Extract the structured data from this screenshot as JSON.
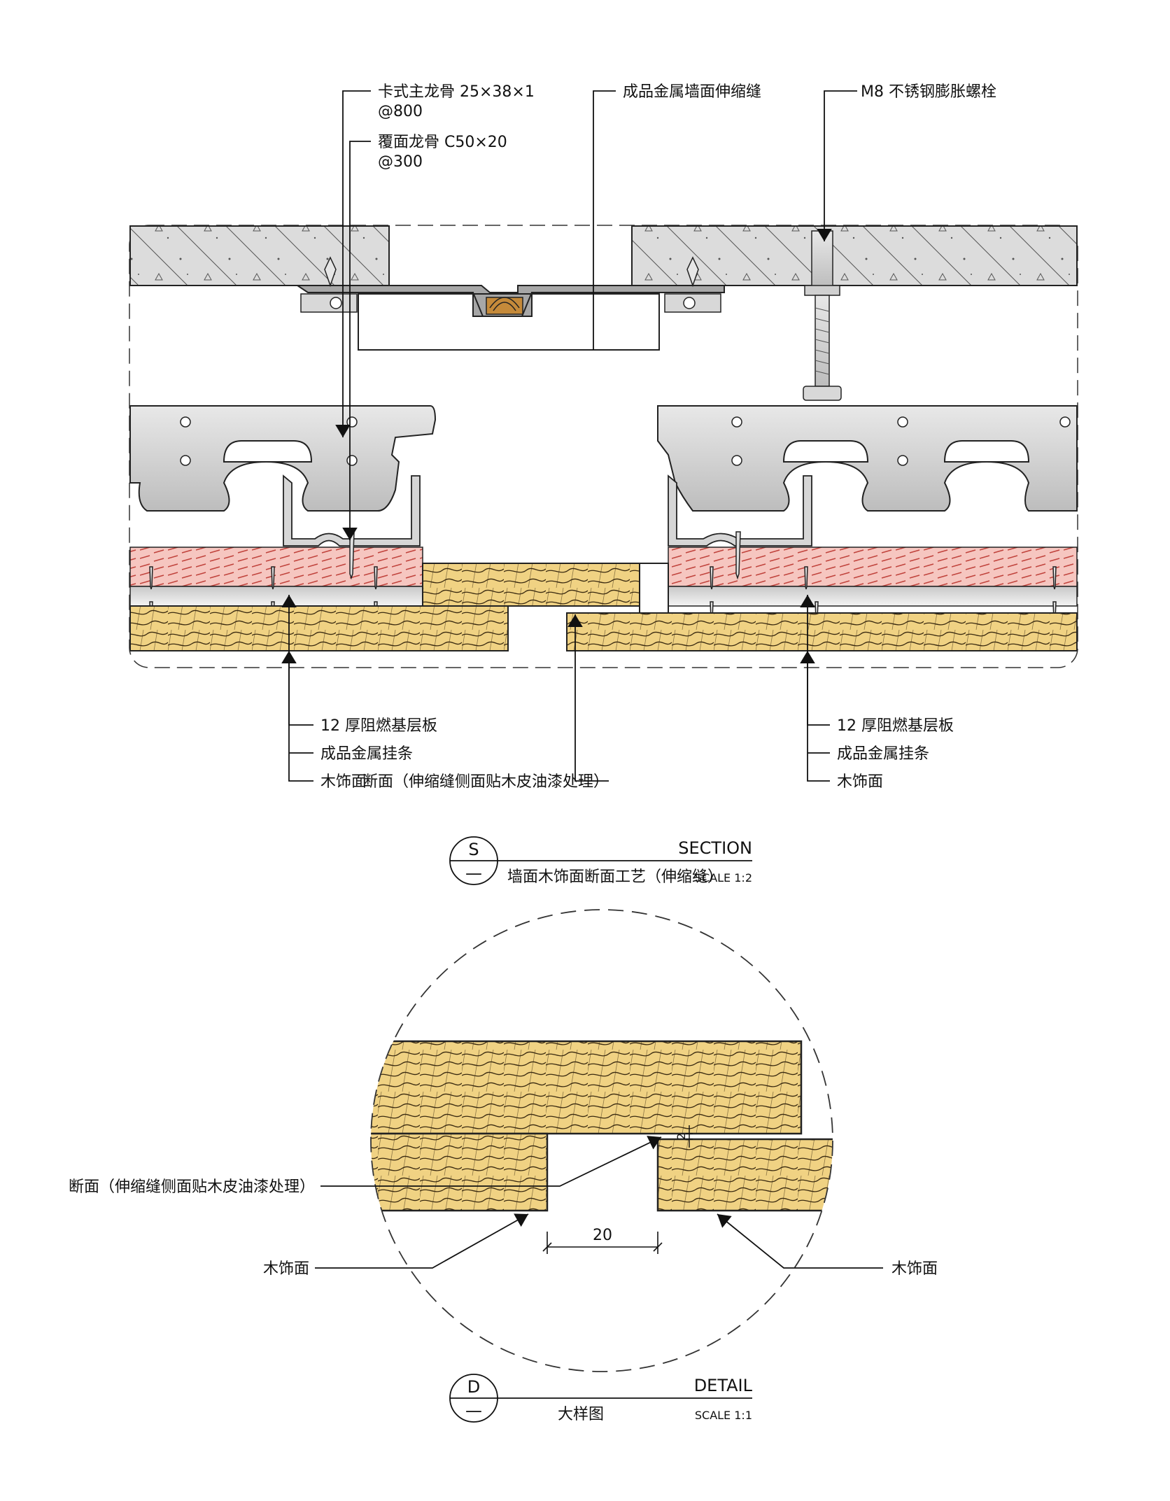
{
  "section": {
    "labels": {
      "main_keel": "卡式主龙骨 25×38×1",
      "main_keel_spacing": "@800",
      "cover_keel": "覆面龙骨 C50×20",
      "cover_keel_spacing": "@300",
      "expansion_joint": "成品金属墙面伸缩缝",
      "anchor_bolt": "M8 不锈钢膨胀螺栓",
      "left_base_board": "12 厚阻燃基层板",
      "left_metal_strip": "成品金属挂条",
      "left_wood_face": "木饰面",
      "cut_edge": "断面（伸缩缝侧面贴木皮油漆处理）",
      "right_base_board": "12 厚阻燃基层板",
      "right_metal_strip": "成品金属挂条",
      "right_wood_face": "木饰面"
    },
    "titleblock": {
      "symbol": "S",
      "sub_symbol": "—",
      "heading": "SECTION",
      "name": "墙面木饰面断面工艺（伸缩缝）",
      "scale": "SCALE 1:2"
    }
  },
  "detail": {
    "labels": {
      "cut_edge": "断面（伸缩缝侧面贴木皮油漆处理）",
      "left_wood_face": "木饰面",
      "right_wood_face": "木饰面",
      "gap_dim": "20",
      "step_dim": "2"
    },
    "titleblock": {
      "symbol": "D",
      "sub_symbol": "—",
      "heading": "DETAIL",
      "name": "大样图",
      "scale": "SCALE 1:1"
    }
  },
  "colors": {
    "wood": "#f0d283",
    "concrete": "#dcdcdc",
    "metal": "#cfcfcf",
    "board_pink": "#f6c6c0",
    "line": "#222222"
  }
}
